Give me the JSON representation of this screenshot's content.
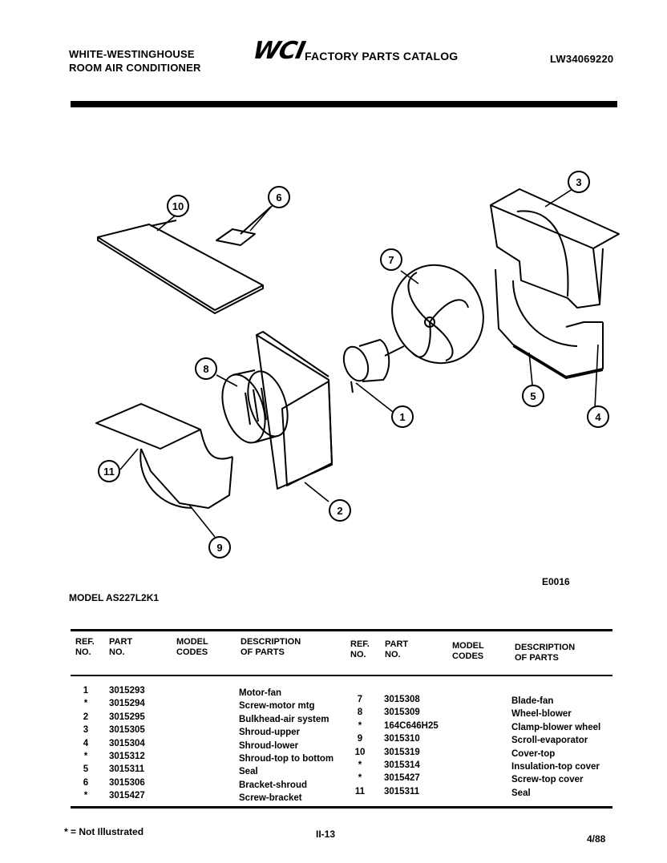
{
  "header": {
    "company_line1": "WHITE-WESTINGHOUSE",
    "company_line2": "ROOM AIR CONDITIONER",
    "brand_logo": "WCI",
    "catalog_title": "FACTORY PARTS CATALOG",
    "catalog_number": "LW34069220"
  },
  "diagram": {
    "callouts": [
      "10",
      "6",
      "7",
      "3",
      "8",
      "1",
      "5",
      "4",
      "11",
      "2",
      "9"
    ],
    "figure_code": "E0016"
  },
  "model_label": "MODEL AS227L2K1",
  "table": {
    "headers": {
      "ref_no": "REF.\nNO.",
      "part_no": "PART\nNO.",
      "model_codes": "MODEL\nCODES",
      "description": "DESCRIPTION\nOF PARTS"
    },
    "left": [
      {
        "ref": "1",
        "part": "3015293",
        "desc": "Motor-fan"
      },
      {
        "ref": "*",
        "part": "3015294",
        "desc": "Screw-motor mtg"
      },
      {
        "ref": "2",
        "part": "3015295",
        "desc": "Bulkhead-air system"
      },
      {
        "ref": "3",
        "part": "3015305",
        "desc": "Shroud-upper"
      },
      {
        "ref": "4",
        "part": "3015304",
        "desc": "Shroud-lower"
      },
      {
        "ref": "*",
        "part": "3015312",
        "desc": "Shroud-top to bottom"
      },
      {
        "ref": "5",
        "part": "3015311",
        "desc": "Seal"
      },
      {
        "ref": "6",
        "part": "3015306",
        "desc": "Bracket-shroud"
      },
      {
        "ref": "*",
        "part": "3015427",
        "desc": "Screw-bracket"
      }
    ],
    "right": [
      {
        "ref": "7",
        "part": "3015308",
        "desc": "Blade-fan"
      },
      {
        "ref": "8",
        "part": "3015309",
        "desc": "Wheel-blower"
      },
      {
        "ref": "*",
        "part": "164C646H25",
        "desc": "Clamp-blower wheel"
      },
      {
        "ref": "9",
        "part": "3015310",
        "desc": "Scroll-evaporator"
      },
      {
        "ref": "10",
        "part": "3015319",
        "desc": "Cover-top"
      },
      {
        "ref": "*",
        "part": "3015314",
        "desc": "Insulation-top cover"
      },
      {
        "ref": "*",
        "part": "3015427",
        "desc": "Screw-top cover"
      },
      {
        "ref": "11",
        "part": "3015311",
        "desc": "Seal"
      }
    ]
  },
  "footer": {
    "note": "* = Not Illustrated",
    "page": "II-13",
    "date": "4/88"
  }
}
